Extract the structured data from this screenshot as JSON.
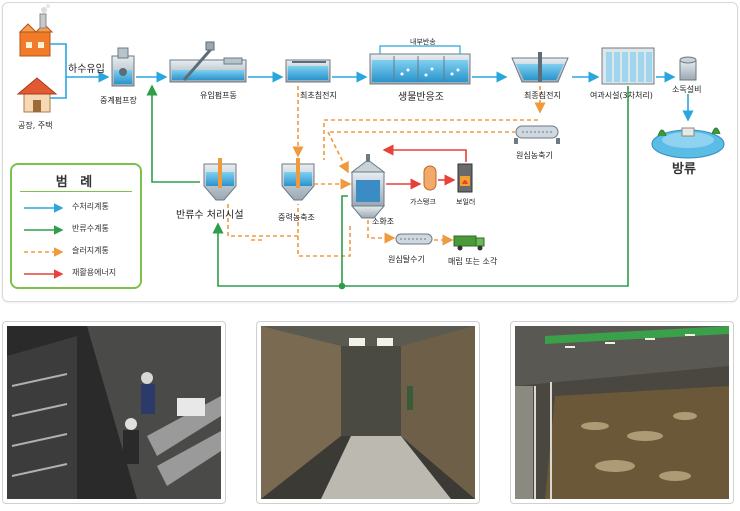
{
  "diagram": {
    "sources": {
      "inflow": "하수유입",
      "factory_house": "공장, 주택"
    },
    "stages": {
      "relay_pump": "중계펌프장",
      "inflow_pump": "유입펌프동",
      "primary_settling": "최초침전지",
      "bio_reactor": "생물반응조",
      "internal_return": "내부반송",
      "final_settling": "최종침전지",
      "filtration": "여과시설(3차처리)",
      "disinfection": "소독설비",
      "discharge": "방류",
      "centrifuge_thickener": "원심농축기",
      "digester": "소화조",
      "gas_tank": "가스탱크",
      "boiler": "보일러",
      "centrifuge_dewater": "원심탈수기",
      "landfill": "매립 또는 소각",
      "return_treatment": "반류수 처리시설",
      "gravity_thickener": "중력농축조"
    },
    "legend": {
      "title": "범 례",
      "items": [
        {
          "label": "수처리계통",
          "color": "#29a7dd",
          "style": "solid"
        },
        {
          "label": "반류수계통",
          "color": "#2e9e4a",
          "style": "solid"
        },
        {
          "label": "슬러지계통",
          "color": "#f09a3e",
          "style": "dashed"
        },
        {
          "label": "재활용에너지",
          "color": "#e8403a",
          "style": "solid"
        }
      ]
    },
    "colors": {
      "water": "#29a7dd",
      "return": "#2e9e4a",
      "sludge": "#f09a3e",
      "energy": "#e8403a"
    }
  },
  "photos": [
    "photo-aeration-diffusers",
    "photo-empty-channel",
    "photo-aeration-tank"
  ]
}
